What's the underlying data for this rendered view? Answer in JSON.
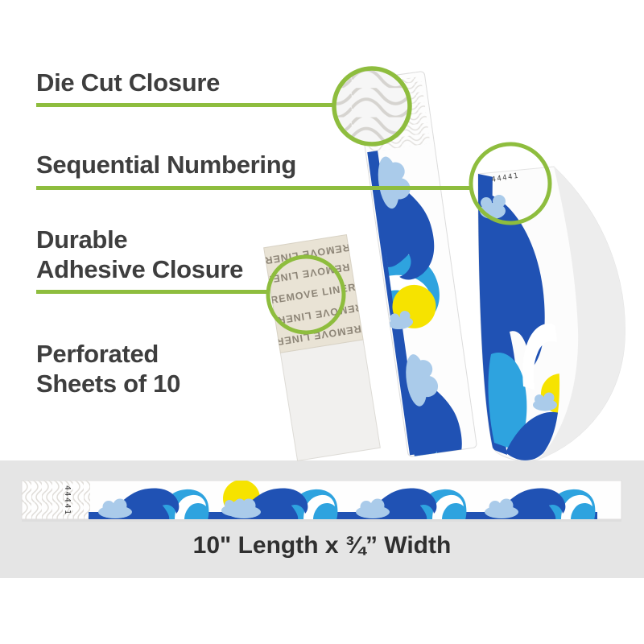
{
  "features": [
    {
      "lines": [
        "Die Cut Closure"
      ]
    },
    {
      "lines": [
        "Sequential Numbering"
      ]
    },
    {
      "lines": [
        "Durable",
        "Adhesive Closure"
      ]
    },
    {
      "lines": [
        "Perforated",
        "Sheets of 10"
      ]
    }
  ],
  "band": {
    "serial": "44441",
    "liner_text": "REMOVE LINER",
    "dimensions": "10\" Length x ¾” Width"
  },
  "colors": {
    "green": "#8ebd3e",
    "dark": "#2052b4",
    "cyan": "#2ea3df",
    "cloud": "#aacbea",
    "sun": "#f6e300",
    "strip": "#e5e5e5",
    "text": "#3e3e3e",
    "liner": "#e9e3d5",
    "linertext": "#8d8577"
  }
}
